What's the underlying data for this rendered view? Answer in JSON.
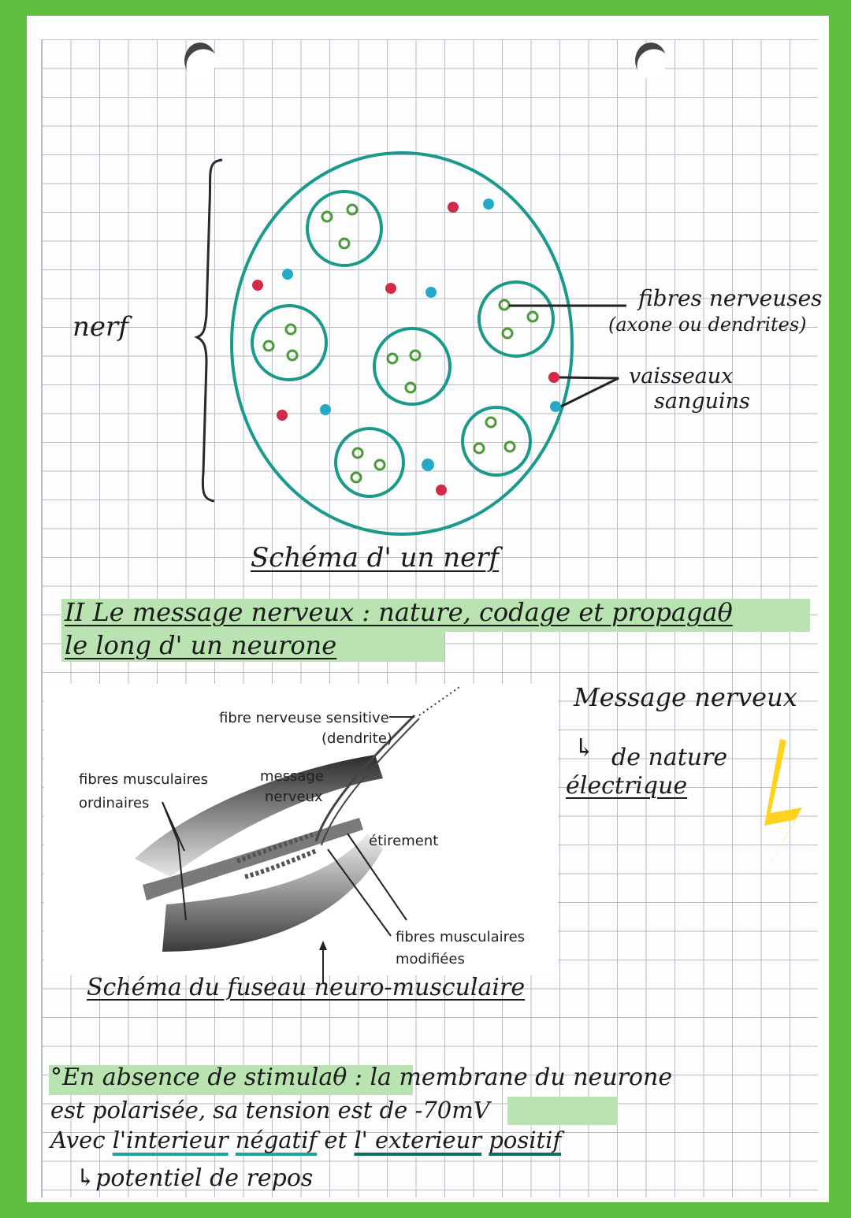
{
  "colors": {
    "frame_green": "#5fbf3f",
    "nerve_teal": "#1a9a8a",
    "fiber_green": "#4a9a3a",
    "vessel_red": "#d42a4a",
    "vessel_blue": "#25a9c9",
    "highlight_green": "#b9e3b0",
    "lightning_yellow": "#ffd21e",
    "underline_teal": "#1aa596"
  },
  "nerve_diagram": {
    "brace_label": "nerf",
    "label_fibers_line1": "fibres nerveuses",
    "label_fibers_line2": "(axone ou dendrites)",
    "label_vessels_line1": "vaisseaux",
    "label_vessels_line2": "sanguins",
    "caption": "Schéma d' un nerf",
    "fascicles": 6,
    "fibers_per_fascicle": 3,
    "red_vessels": 6,
    "blue_vessels": 6
  },
  "section_heading": {
    "numeral": "II",
    "line1": "Le message nerveux : nature, codage et propagaθ",
    "line2": "le long d' un neurone"
  },
  "spindle_diagram": {
    "label_sensory_fiber_line1": "fibre nerveuse sensitive",
    "label_sensory_fiber_line2": "(dendrite)",
    "label_ordinary_fibers_line1": "fibres musculaires",
    "label_ordinary_fibers_line2": "ordinaires",
    "label_message_line1": "message",
    "label_message_line2": "nerveux",
    "label_stretch": "étirement",
    "label_modified_fibers_line1": "fibres musculaires",
    "label_modified_fibers_line2": "modifiées",
    "caption": "Schéma du fuseau neuro-musculaire"
  },
  "side_note": {
    "line1": "Message nerveux",
    "arrow": "↳",
    "line2": "de nature",
    "line3": "électrique",
    "icon": "lightning-icon"
  },
  "resting_potential": {
    "bullet": "°",
    "line1_highlight": "En absence de stimulaθ",
    "line1_rest": " : la membrane du neurone",
    "line2_start": "est polarisée, sa tension est de ",
    "line2_value": "-70mV",
    "line3_start": "Avec ",
    "line3_interior": "l'interieur",
    "line3_negative": "négatif",
    "line3_mid": " et ",
    "line3_exterior": "l' exterieur",
    "line3_positive": "positif",
    "line4_arrow": "↳",
    "line4": "potentiel de repos"
  }
}
